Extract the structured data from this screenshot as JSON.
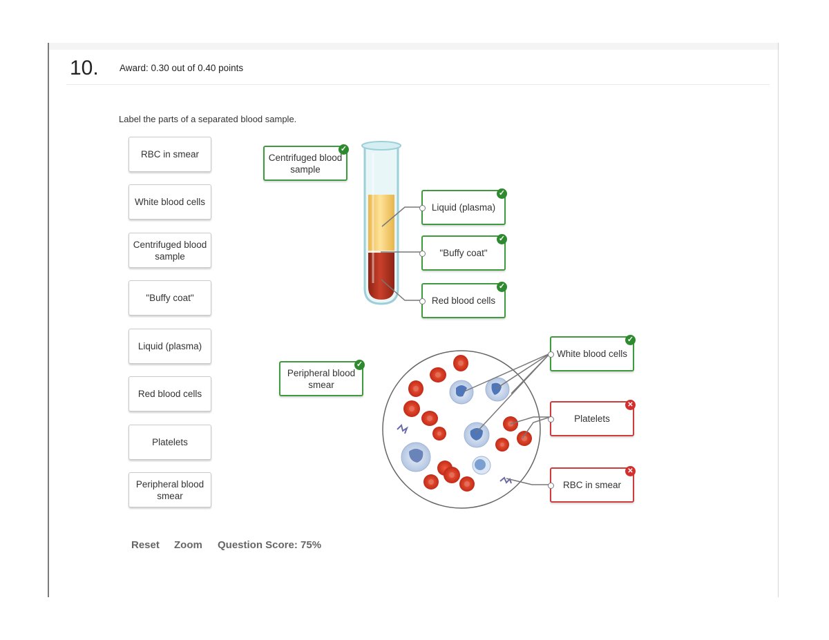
{
  "question": {
    "number": "10.",
    "award": "Award: 0.30 out of 0.40 points",
    "prompt": "Label the parts of a separated blood sample."
  },
  "label_bank": [
    "RBC in smear",
    "White blood cells",
    "Centrifuged blood sample",
    "\"Buffy coat\"",
    "Liquid (plasma)",
    "Red blood cells",
    "Platelets",
    "Peripheral blood smear"
  ],
  "placed_labels": {
    "centrifuged": {
      "text": "Centrifuged blood sample",
      "status": "correct"
    },
    "plasma": {
      "text": "Liquid (plasma)",
      "status": "correct"
    },
    "buffy": {
      "text": "\"Buffy coat\"",
      "status": "correct"
    },
    "rbc": {
      "text": "Red blood cells",
      "status": "correct"
    },
    "smear": {
      "text": "Peripheral blood smear",
      "status": "correct"
    },
    "wbc": {
      "text": "White blood cells",
      "status": "correct"
    },
    "platelets": {
      "text": "Platelets",
      "status": "incorrect"
    },
    "rbc_smear": {
      "text": "RBC in smear",
      "status": "incorrect"
    }
  },
  "controls": {
    "reset": "Reset",
    "zoom": "Zoom",
    "score": "Question Score: 75%"
  },
  "icons": {
    "correct": "check-circle-icon",
    "incorrect": "x-circle-icon"
  },
  "colors": {
    "correct": "#3d9a3d",
    "incorrect": "#cf3a3a",
    "plasma": "#f5d06e",
    "blood": "#b83222"
  }
}
